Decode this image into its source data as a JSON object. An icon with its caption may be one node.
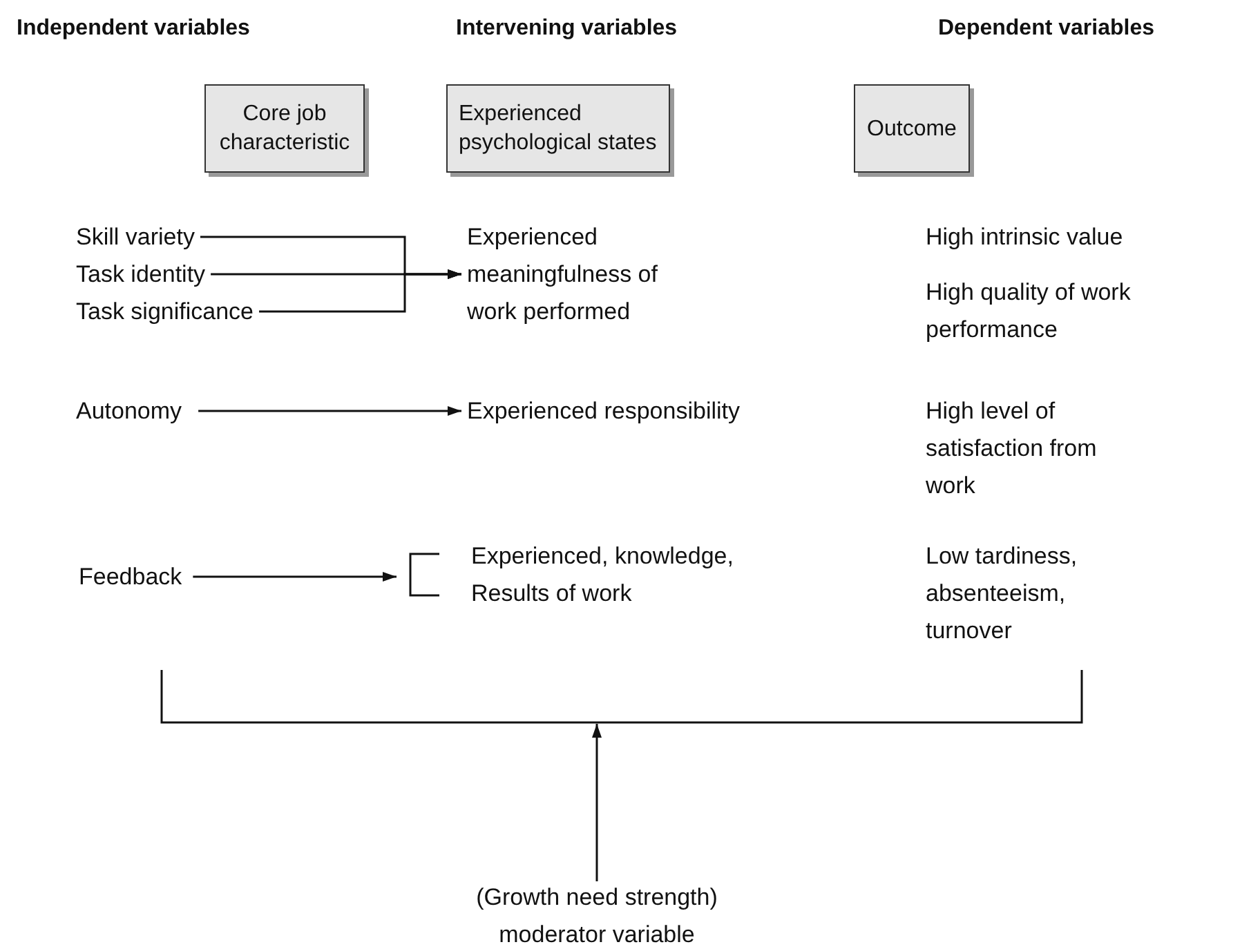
{
  "diagram": {
    "nodes": [
      {
        "text": [
          "Core job characteristic"
        ]
      },
      {
        "text": [
          "Experienced psychological states"
        ]
      },
      {
        "text": [
          "Outcome"
        ]
      },
      {
        "text": [
          "Skill variety"
        ]
      },
      {
        "text": [
          "Task identity"
        ]
      },
      {
        "text": [
          "Task significance"
        ]
      },
      {
        "text": [
          "Experienced meaningfulness of work performed"
        ]
      },
      {
        "text": [
          "Autonomy"
        ]
      },
      {
        "text": [
          "Experienced responsibility"
        ]
      },
      {
        "text": [
          "Feedback"
        ]
      },
      {
        "text": [
          "Experienced, knowledge, Results of work"
        ]
      },
      {
        "text": [
          "High intrinsic value"
        ]
      },
      {
        "text": [
          "High quality of work performance"
        ]
      },
      {
        "text": [
          "High level of satisfaction from work"
        ]
      },
      {
        "text": [
          "Low tardiness, absenteeism, turnover"
        ]
      },
      {
        "text": [
          "(Growth need strength) moderator variable"
        ]
      },
      {
        "text": [],
        "shape": "bracket"
      }
    ],
    "edges": [
      {
        "from": 3,
        "to": 6,
        "arrow": "to"
      },
      {
        "from": 4,
        "to": 6,
        "arrow": "to"
      },
      {
        "from": 5,
        "to": 6,
        "arrow": "to"
      },
      {
        "from": 7,
        "to": 8,
        "arrow": "to"
      },
      {
        "from": 9,
        "to": 10,
        "arrow": "to"
      },
      {
        "from": 15,
        "to": 16,
        "arrow": "to"
      }
    ],
    "labels": [
      "Independent variables",
      "Intervening variables",
      "Dependent variables"
    ]
  }
}
